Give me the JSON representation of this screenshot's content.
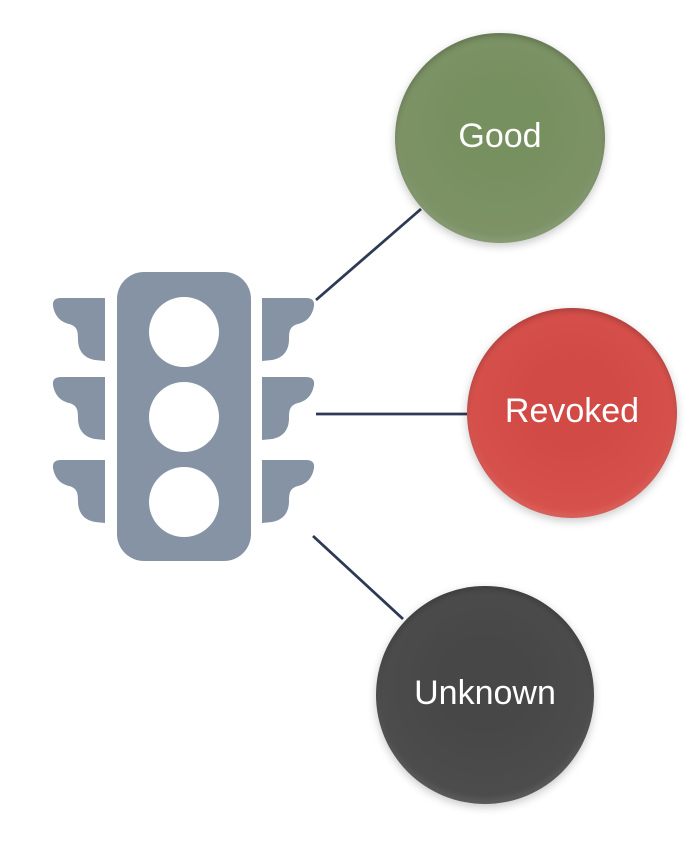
{
  "diagram": {
    "type": "traffic-light-status-diagram",
    "background_color": "#FFFFFF",
    "source": {
      "icon": "traffic-light-icon",
      "color": "#8593A5",
      "lamp_color": "#FFFFFF"
    },
    "connector_color": "#2E3A54",
    "label_color": "#FFFFFF",
    "nodes": [
      {
        "label": "Good",
        "color": "#7B9168"
      },
      {
        "label": "Revoked",
        "color": "#D44F4C"
      },
      {
        "label": "Unknown",
        "color": "#4C4C4C"
      }
    ]
  }
}
